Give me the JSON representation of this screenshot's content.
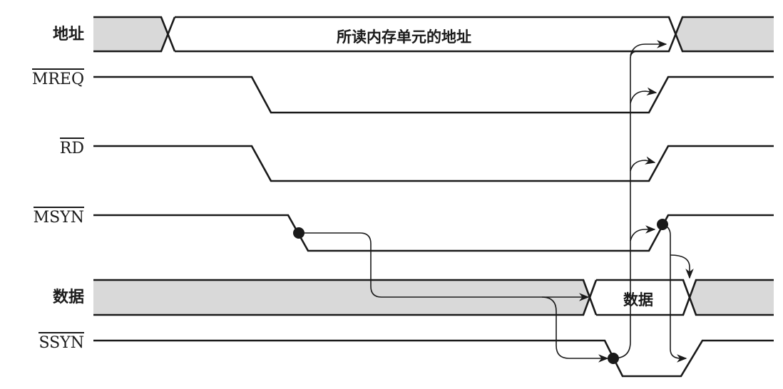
{
  "diagram": {
    "type": "timing-diagram",
    "signals": [
      {
        "id": "address",
        "label": "地址",
        "overbar": false
      },
      {
        "id": "mreq",
        "label": "MREQ",
        "overbar": true
      },
      {
        "id": "rd",
        "label": "RD",
        "overbar": true
      },
      {
        "id": "msyn",
        "label": "MSYN",
        "overbar": true
      },
      {
        "id": "data",
        "label": "数据",
        "overbar": false
      },
      {
        "id": "ssyn",
        "label": "SSYN",
        "overbar": true
      }
    ],
    "bus_labels": {
      "address_valid": "所读内存单元的地址",
      "data_valid": "数据"
    },
    "colors": {
      "line": "#1a1a1a",
      "invalid_fill": "#d9d9d9",
      "background": "#ffffff"
    },
    "markers": [
      {
        "name": "msyn-fall-dot",
        "signal": "msyn"
      },
      {
        "name": "msyn-rise-dot",
        "signal": "msyn"
      },
      {
        "name": "ssyn-fall-dot",
        "signal": "ssyn"
      }
    ]
  }
}
